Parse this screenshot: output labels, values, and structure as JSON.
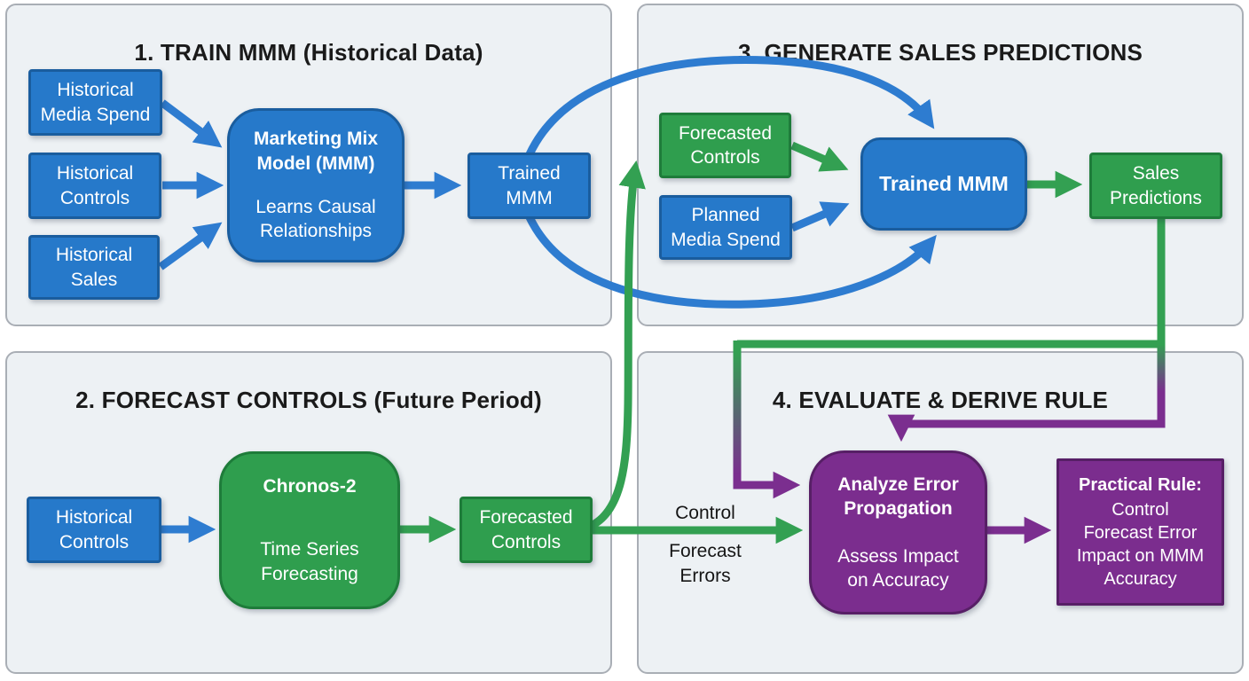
{
  "colors": {
    "panel-bg": "#edf1f4",
    "panel-border": "#a9aeb5",
    "title-text": "#1a1a1a",
    "node-text": "#ffffff",
    "box-blue": "#2679ca",
    "box-blue-border": "#1a5d9e",
    "box-green": "#2f9e4e",
    "box-green-border": "#1e7c3a",
    "box-purple": "#7b2d8e",
    "box-purple-border": "#571f66",
    "arrow-blue": "#2e7cd0",
    "arrow-green": "#33a052",
    "arrow-purple": "#7b2e8f"
  },
  "panels": {
    "p1": {
      "title": "1. TRAIN MMM (Historical Data)"
    },
    "p2": {
      "title": "2. FORECAST CONTROLS (Future Period)"
    },
    "p3": {
      "title": "3. GENERATE SALES PREDICTIONS"
    },
    "p4": {
      "title": "4. EVALUATE & DERIVE RULE"
    }
  },
  "nodes": {
    "historical_media_spend": {
      "label": "Historical\nMedia Spend"
    },
    "historical_controls_train": {
      "label": "Historical\nControls"
    },
    "historical_sales": {
      "label": "Historical\nSales"
    },
    "mmm": {
      "header": "Marketing Mix\nModel (MMM)",
      "body": "Learns Causal\nRelationships"
    },
    "trained_mmm_train": {
      "label": "Trained\nMMM"
    },
    "forecasted_controls_predict": {
      "label": "Forecasted\nControls"
    },
    "planned_media_spend": {
      "label": "Planned\nMedia Spend"
    },
    "trained_mmm_predict": {
      "label": "Trained MMM"
    },
    "sales_predictions": {
      "label": "Sales\nPredictions"
    },
    "historical_controls_forecast": {
      "label": "Historical\nControls"
    },
    "chronos2": {
      "header": "Chronos-2",
      "body": "Time Series\nForecasting"
    },
    "forecasted_controls_forecast": {
      "label": "Forecasted\nControls"
    },
    "analyze_error": {
      "header": "Analyze Error\nPropagation",
      "body": "Assess Impact\non Accuracy"
    },
    "practical_rule": {
      "header": "Practical Rule:",
      "body": "Control\nForecast Error\nImpact on MMM\nAccuracy"
    }
  },
  "labels": {
    "control_forecast_errors_top": "Control",
    "control_forecast_errors_rest": "Forecast\nErrors"
  }
}
